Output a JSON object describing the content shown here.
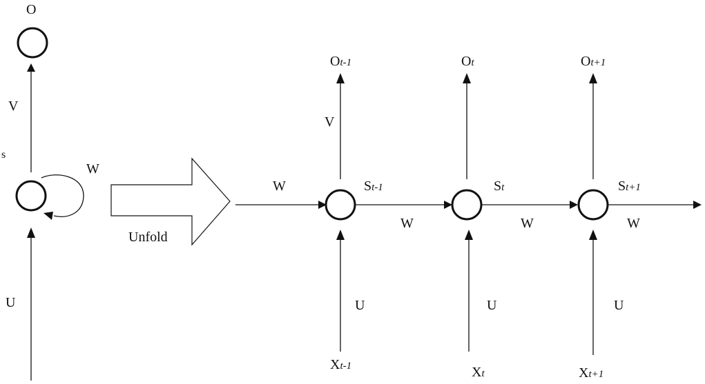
{
  "folded": {
    "output_label": "O",
    "state_label": "s",
    "v_label": "V",
    "w_label": "W",
    "u_label": "U"
  },
  "unfold_label": "Unfold",
  "unfolded": {
    "steps": [
      {
        "o": "O",
        "o_sub": "t-1",
        "s": "S",
        "s_sub": "t-1",
        "x": "X",
        "x_sub": "t-1",
        "u": "U",
        "w_out": "W"
      },
      {
        "o": "O",
        "o_sub": "t",
        "s": "S",
        "s_sub": "t",
        "x": "X",
        "x_sub": "t",
        "u": "U",
        "w_out": "W"
      },
      {
        "o": "O",
        "o_sub": "t+1",
        "s": "S",
        "s_sub": "t+1",
        "x": "X",
        "x_sub": "t+1",
        "u": "U",
        "w_out": "W"
      }
    ],
    "v_label": "V",
    "w_in_label": "W"
  }
}
